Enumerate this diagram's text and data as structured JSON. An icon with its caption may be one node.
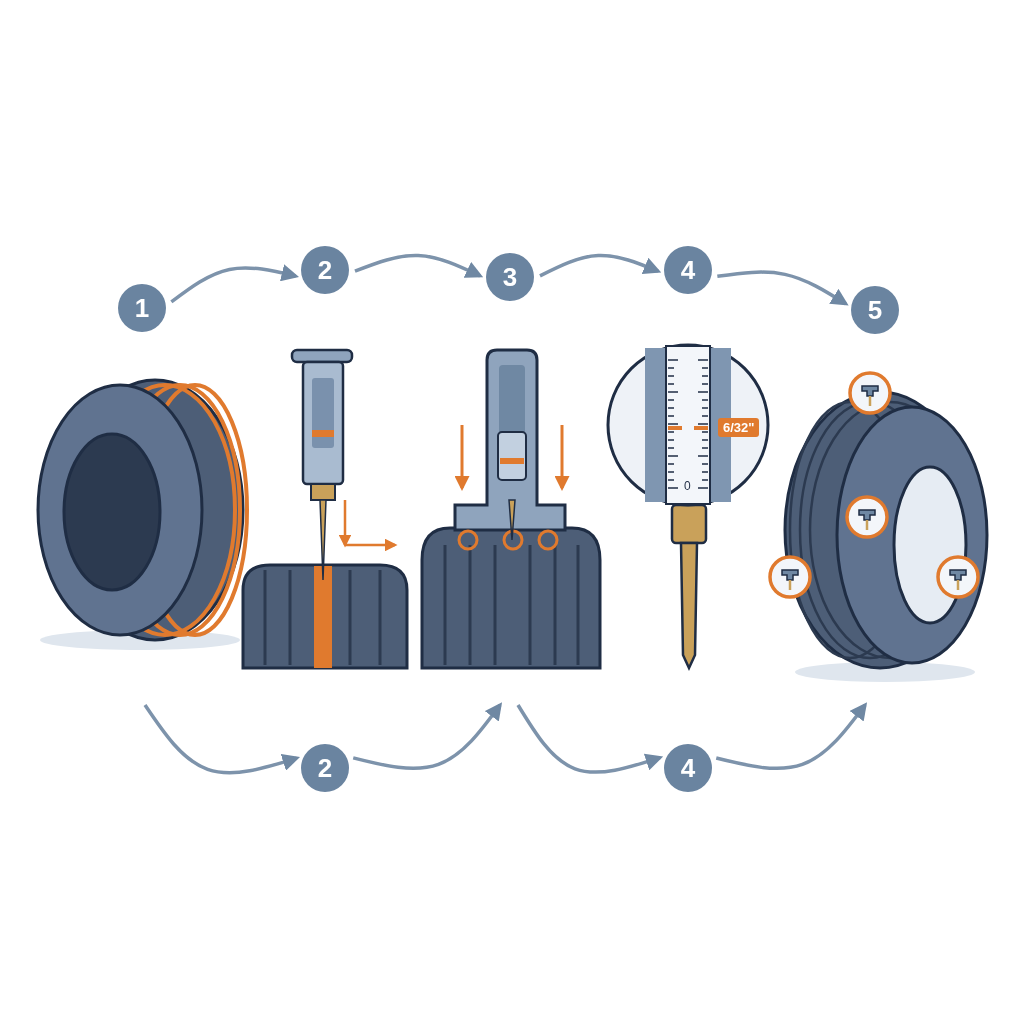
{
  "diagram": {
    "nodes": [
      {
        "text": [
          "1"
        ]
      },
      {
        "text": [
          "2"
        ]
      },
      {
        "text": [
          "3"
        ]
      },
      {
        "text": [
          "4"
        ]
      },
      {
        "text": [
          "5"
        ]
      },
      {
        "text": [
          "2"
        ]
      },
      {
        "text": [
          "4"
        ]
      }
    ],
    "edges": [
      {
        "from": 0,
        "to": 1,
        "arrow": "to"
      },
      {
        "from": 1,
        "to": 2,
        "arrow": "to"
      },
      {
        "from": 2,
        "to": 3,
        "arrow": "to"
      },
      {
        "from": 3,
        "to": 4,
        "arrow": "to"
      },
      {
        "from": null,
        "to": 5,
        "arrow": "to"
      },
      {
        "from": 5,
        "to": null,
        "arrow": "to"
      },
      {
        "from": null,
        "to": 6,
        "arrow": "to"
      },
      {
        "from": 6,
        "to": null,
        "arrow": "to"
      }
    ],
    "labels": [
      "6/32\"",
      "0"
    ]
  }
}
